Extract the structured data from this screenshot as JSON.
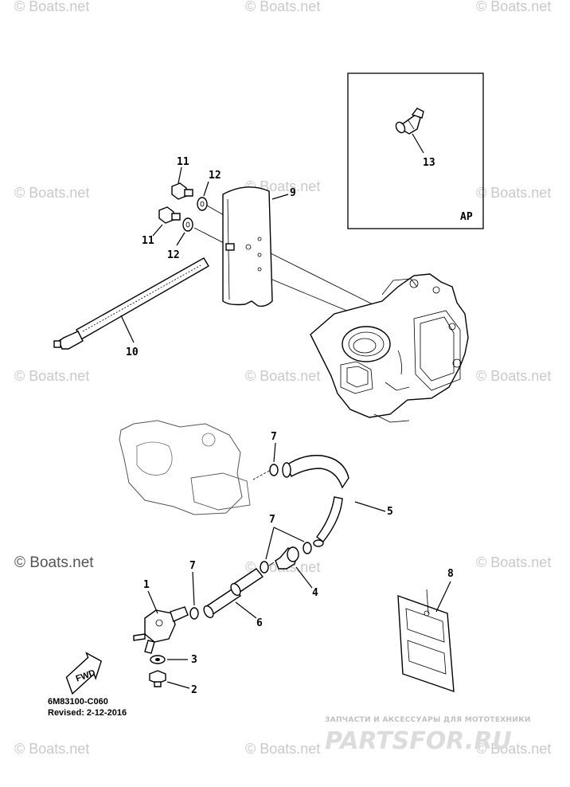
{
  "watermarks": [
    {
      "id": "wm-1",
      "text": "© Boats.net"
    },
    {
      "id": "wm-2",
      "text": "© Boats.net"
    },
    {
      "id": "wm-3",
      "text": "© Boats.net"
    },
    {
      "id": "wm-4",
      "text": "© Boats.net"
    },
    {
      "id": "wm-5",
      "text": "© Boats.net"
    },
    {
      "id": "wm-6",
      "text": "© Boats.net"
    },
    {
      "id": "wm-7",
      "text": "© Boats.net"
    },
    {
      "id": "wm-8",
      "text": "© Boats.net"
    },
    {
      "id": "wm-9",
      "text": "© Boats.net"
    },
    {
      "id": "wm-10",
      "text": "© Boats.net"
    },
    {
      "id": "wm-11",
      "text": "© Boats.net"
    },
    {
      "id": "wm-12",
      "text": "© Boats.net"
    },
    {
      "id": "wm-13",
      "text": "© Boats.net"
    },
    {
      "id": "wm-14",
      "text": "© Boats.net"
    }
  ],
  "main_watermark": "© Boats.net",
  "inset_label": "AP",
  "callouts": {
    "c1": "1",
    "c2": "2",
    "c3": "3",
    "c4": "4",
    "c5": "5",
    "c6": "6",
    "c7a": "7",
    "c7b": "7",
    "c7c": "7",
    "c8": "8",
    "c9": "9",
    "c10": "10",
    "c11a": "11",
    "c11b": "11",
    "c12a": "12",
    "c12b": "12",
    "c13": "13"
  },
  "fwd_label": "FWD",
  "diagram_code": "6M83100-C060",
  "revised": "Revised: 2-12-2016",
  "partsfor": {
    "tagline": "ЗАПЧАСТИ И АКСЕССУАРЫ ДЛЯ МОТОТЕХНИКИ",
    "logo": "PARTSFOR.RU"
  }
}
